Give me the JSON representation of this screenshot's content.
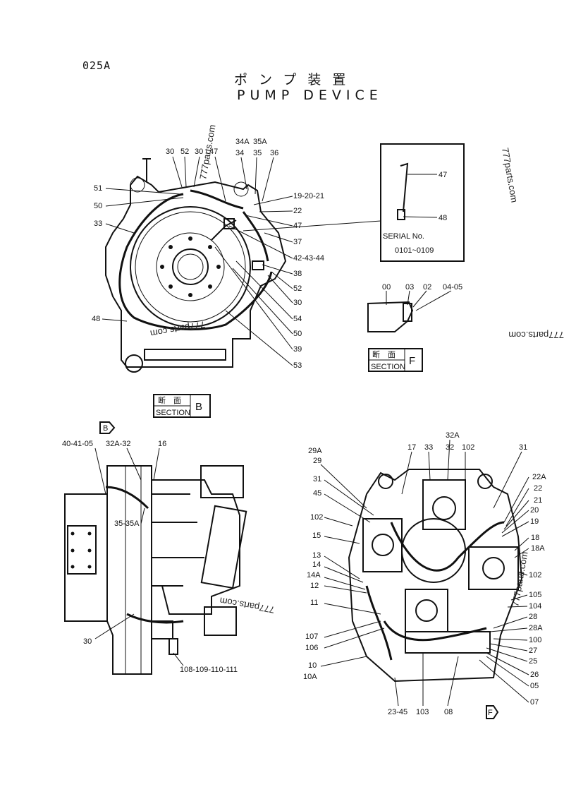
{
  "header": {
    "page_code": "025A",
    "title_jp": "ポンプ装置",
    "title_en": "PUMP DEVICE"
  },
  "watermark": "777parts.com",
  "section_b": {
    "label_jp": "断　面",
    "label_en": "SECTION",
    "letter": "B"
  },
  "section_f": {
    "label_jp": "断　面",
    "label_en": "SECTION",
    "letter": "F"
  },
  "serial": {
    "label": "SERIAL No.",
    "range": "0101~0109"
  },
  "arrow_b": "B",
  "arrow_f": "F",
  "callouts_top": [
    "30",
    "52",
    "30",
    "47",
    "34A",
    "34",
    "35A",
    "35",
    "36",
    "51",
    "50",
    "33",
    "19-20-21",
    "22",
    "47",
    "37",
    "42-43-44",
    "38",
    "52",
    "30",
    "54",
    "50",
    "39",
    "53",
    "48",
    "47",
    "48",
    "00",
    "03",
    "02",
    "04-05"
  ],
  "callouts_left": [
    "40-41-05",
    "32A-32",
    "16",
    "35-35A",
    "30",
    "108-109-110-111"
  ],
  "callouts_right": [
    "32A",
    "29A",
    "17",
    "33",
    "32",
    "102",
    "31",
    "29",
    "31",
    "45",
    "22A",
    "22",
    "21",
    "20",
    "19",
    "18",
    "18A",
    "102",
    "15",
    "13",
    "14",
    "14A",
    "12",
    "102",
    "105",
    "104",
    "11",
    "28",
    "28A",
    "100",
    "27",
    "25",
    "107",
    "106",
    "10",
    "10A",
    "26",
    "05",
    "07",
    "23-45",
    "103",
    "08"
  ]
}
